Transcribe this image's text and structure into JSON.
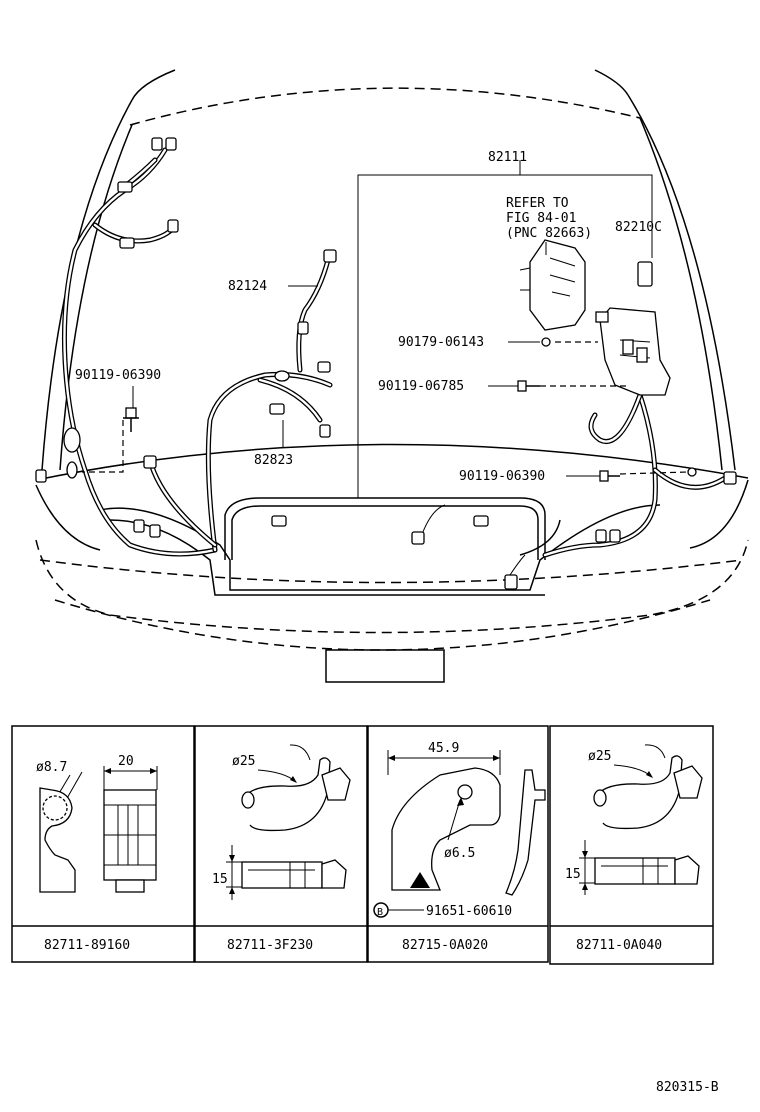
{
  "diagram": {
    "part_numbers": {
      "harness_main": "82111",
      "refer_line1": "REFER TO",
      "refer_line2": "FIG 84-01",
      "refer_line3": "(PNC 82663)",
      "relay_block": "82210C",
      "sub_harness": "82124",
      "connector": "82823",
      "bolt_left": "90119-06390",
      "nut": "90179-06143",
      "bolt_mid": "90119-06785",
      "bolt_right": "90119-06390"
    },
    "detail_panels": [
      {
        "dim_a": "ø8.7",
        "dim_b": "20",
        "part": "82711-89160"
      },
      {
        "dim_a": "ø25",
        "dim_b": "15",
        "part": "82711-3F230"
      },
      {
        "dim_a": "45.9",
        "dim_b": "ø6.5",
        "bolt_symbol": "B",
        "bolt_part": "91651-60610",
        "part": "82715-0A020"
      },
      {
        "dim_a": "ø25",
        "dim_b": "15",
        "part": "82711-0A040"
      }
    ],
    "figure_code": "820315-B"
  }
}
